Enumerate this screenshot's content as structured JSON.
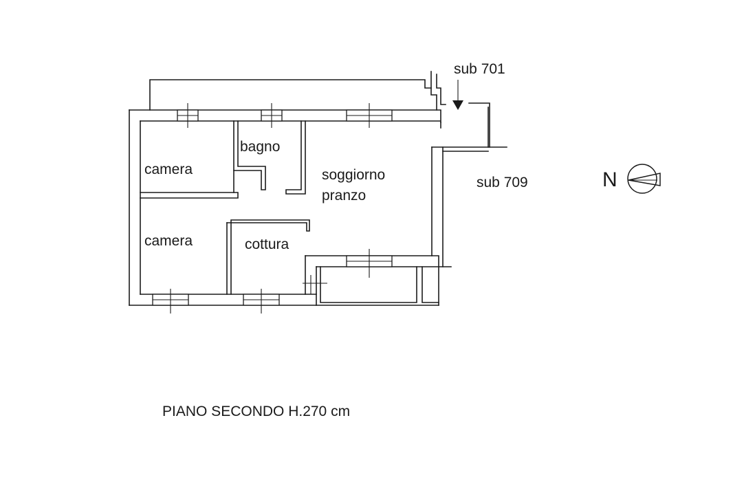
{
  "rooms": {
    "camera_top": "camera",
    "bagno": "bagno",
    "soggiorno_line1": "soggiorno",
    "soggiorno_line2": "pranzo",
    "camera_bottom": "camera",
    "cottura": "cottura"
  },
  "neighbors": {
    "sub_701": "sub 701",
    "sub_709": "sub 709"
  },
  "compass": {
    "label": "N",
    "icon": "north-compass-icon"
  },
  "caption": "PIANO SECONDO H.270 cm",
  "colors": {
    "ink": "#1a1a1a",
    "paper": "#ffffff"
  }
}
